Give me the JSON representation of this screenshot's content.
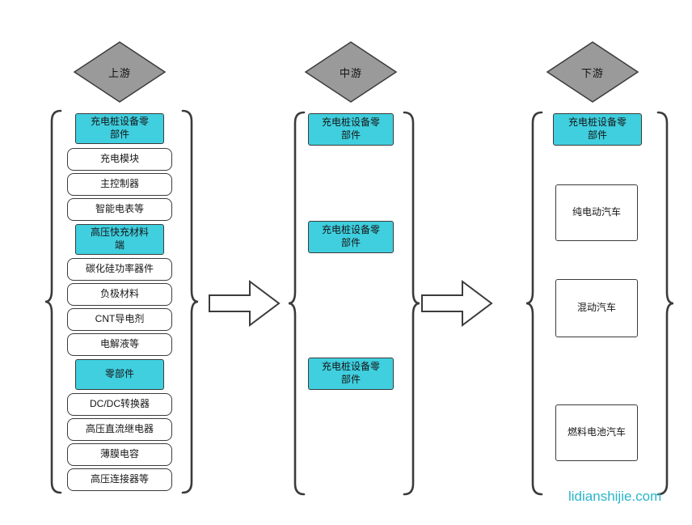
{
  "watermark": "lidianshijie.com",
  "colors": {
    "accent": "#3fcfdf",
    "diamond": "#9a9a9a",
    "border": "#3b3b3b",
    "wm": "#2bb5c9"
  },
  "upstream": {
    "stage": "上游",
    "group1_header": "充电桩设备零部件",
    "group1_items": [
      "充电模块",
      "主控制器",
      "智能电表等"
    ],
    "group2_header": "高压快充材料端",
    "group2_items": [
      "碳化硅功率器件",
      "负极材料",
      "CNT导电剂",
      "电解液等"
    ],
    "group3_header": "零部件",
    "group3_items": [
      "DC/DC转换器",
      "高压直流继电器",
      "薄膜电容",
      "高压连接器等"
    ]
  },
  "midstream": {
    "stage": "中游",
    "boxes": [
      "充电桩设备零部件",
      "充电桩设备零部件",
      "充电桩设备零部件"
    ]
  },
  "downstream": {
    "stage": "下游",
    "header": "充电桩设备零部件",
    "items": [
      "纯电动汽车",
      "混动汽车",
      "燃料电池汽车"
    ]
  }
}
